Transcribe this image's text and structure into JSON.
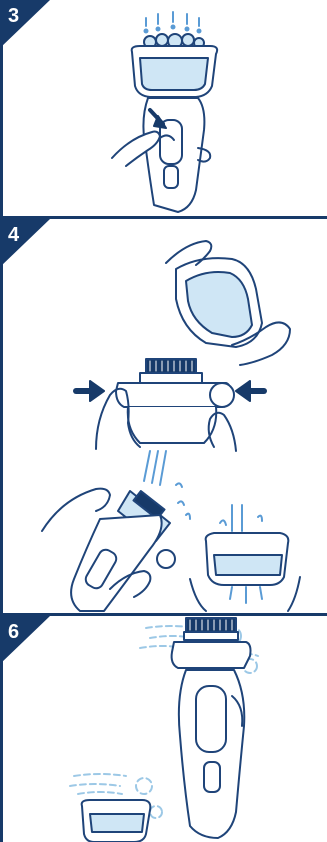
{
  "colors": {
    "navy": "#173a69",
    "line": "#1f4479",
    "light_blue": "#cfe6f5",
    "mid_blue": "#9cc8e6",
    "water": "#5a9bd5",
    "white": "#ffffff"
  },
  "steps": [
    {
      "number": "3",
      "icon": "navy-corner-triangle",
      "illustration": "shaver-rinse-with-water-icon"
    },
    {
      "number": "4",
      "icon": "navy-corner-triangle",
      "illustration": "remove-and-rinse-outer-foil-icon"
    },
    {
      "number": "6",
      "icon": "navy-corner-triangle",
      "illustration": "dry-shaver-and-foil-icon"
    }
  ]
}
